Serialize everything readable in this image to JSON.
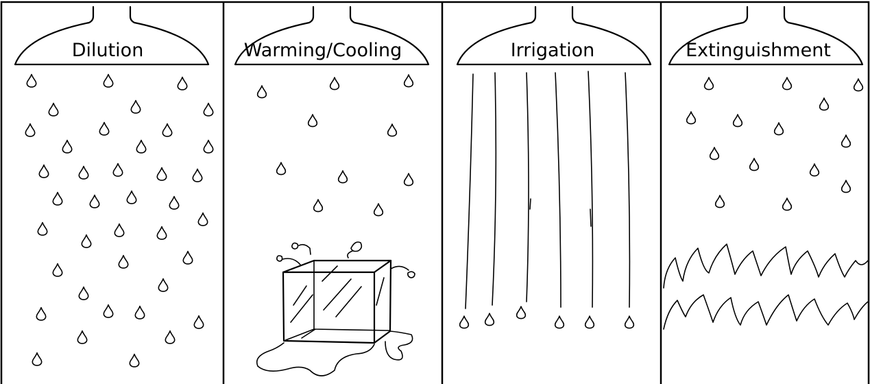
{
  "panels": [
    {
      "label": "Dilution",
      "icon": "shower-head-icon",
      "scene": "dense-droplets"
    },
    {
      "label": "Warming/Cooling",
      "icon": "shower-head-icon",
      "scene": "droplets-on-ice-cube"
    },
    {
      "label": "Irrigation",
      "icon": "shower-head-icon",
      "scene": "continuous-streams"
    },
    {
      "label": "Extinguishment",
      "icon": "shower-head-icon",
      "scene": "droplets-on-flames"
    }
  ],
  "colors": {
    "ink": "#000000",
    "background": "#ffffff"
  }
}
